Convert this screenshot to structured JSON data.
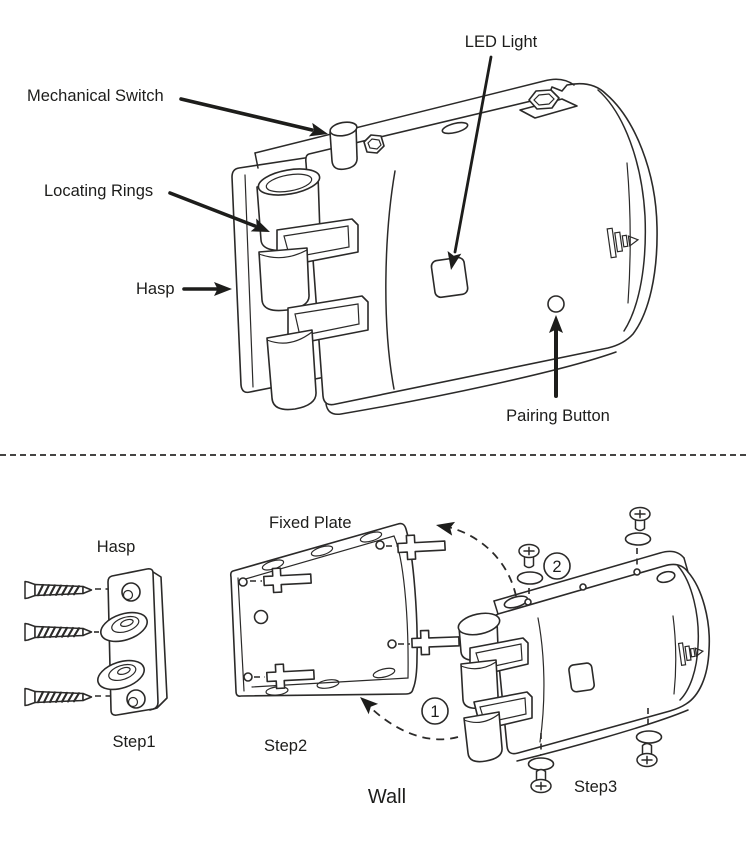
{
  "page": {
    "background_color": "#ffffff",
    "line_color": "#2b2a29",
    "text_color": "#1d1d1b",
    "description": "Smart wireless door lock parts diagram and 3-step wall installation instructions"
  },
  "upper_diagram": {
    "labels": {
      "led_light": "LED Light",
      "mechanical_switch": "Mechanical Switch",
      "locating_rings": "Locating Rings",
      "hasp": "Hasp",
      "pairing_button": "Pairing Button"
    }
  },
  "lower_diagram": {
    "labels": {
      "hasp": "Hasp",
      "step1": "Step1",
      "fixed_plate": "Fixed Plate",
      "step2": "Step2",
      "wall": "Wall",
      "step3": "Step3"
    },
    "callouts": {
      "rotate_direction": "1",
      "fix_screws": "2"
    }
  }
}
